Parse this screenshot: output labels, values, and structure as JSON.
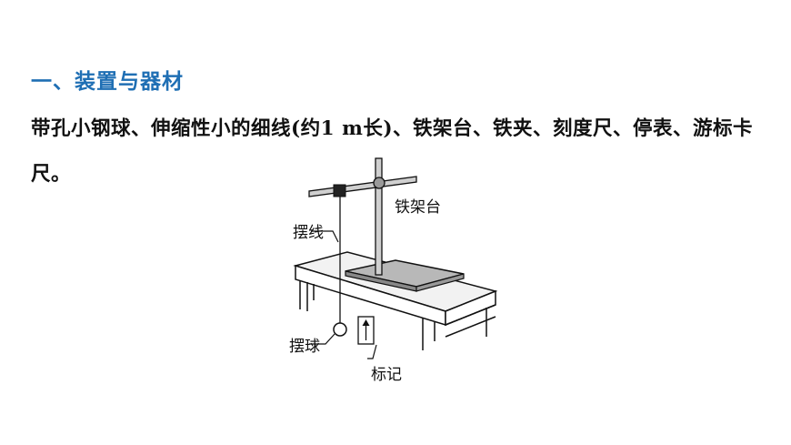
{
  "section": {
    "heading": "一、装置与器材",
    "text": "带孔小钢球、伸缩性小的细线(约1 m长)、铁架台、铁夹、刻度尺、停表、游标卡尺。"
  },
  "figure": {
    "labels": {
      "stand": "铁架台",
      "string": "摆线",
      "ball": "摆球",
      "mark": "标记"
    }
  }
}
